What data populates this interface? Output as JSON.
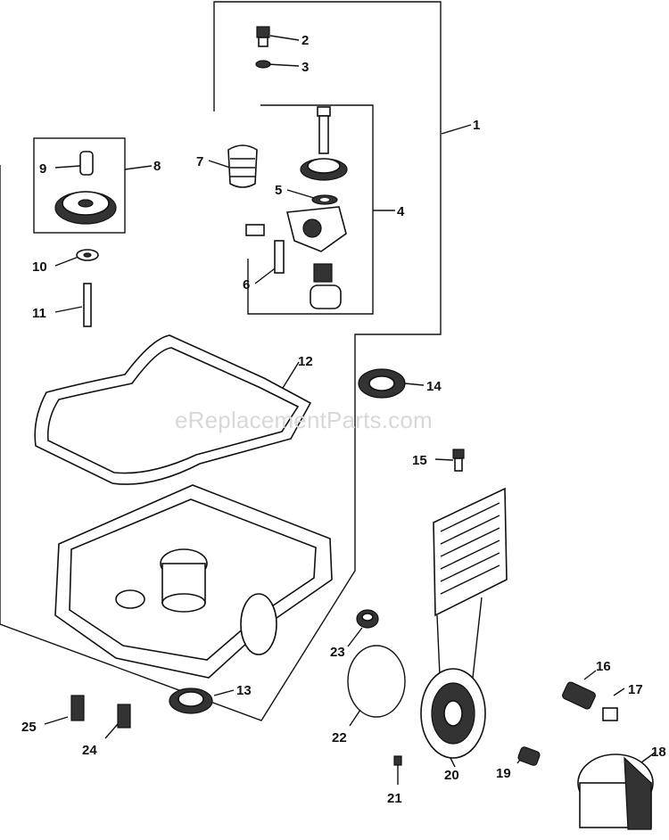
{
  "watermark": "eReplacementParts.com",
  "callouts": [
    {
      "id": "c1",
      "label": "1"
    },
    {
      "id": "c2",
      "label": "2"
    },
    {
      "id": "c3",
      "label": "3"
    },
    {
      "id": "c4",
      "label": "4"
    },
    {
      "id": "c5",
      "label": "5"
    },
    {
      "id": "c6",
      "label": "6"
    },
    {
      "id": "c7",
      "label": "7"
    },
    {
      "id": "c8",
      "label": "8"
    },
    {
      "id": "c9",
      "label": "9"
    },
    {
      "id": "c10",
      "label": "10"
    },
    {
      "id": "c11",
      "label": "11"
    },
    {
      "id": "c12",
      "label": "12"
    },
    {
      "id": "c13",
      "label": "13"
    },
    {
      "id": "c14",
      "label": "14"
    },
    {
      "id": "c15",
      "label": "15"
    },
    {
      "id": "c16",
      "label": "16"
    },
    {
      "id": "c17",
      "label": "17"
    },
    {
      "id": "c18",
      "label": "18"
    },
    {
      "id": "c19",
      "label": "19"
    },
    {
      "id": "c20",
      "label": "20"
    },
    {
      "id": "c21",
      "label": "21"
    },
    {
      "id": "c22",
      "label": "22"
    },
    {
      "id": "c23",
      "label": "23"
    },
    {
      "id": "c24",
      "label": "24"
    },
    {
      "id": "c25",
      "label": "25"
    }
  ]
}
